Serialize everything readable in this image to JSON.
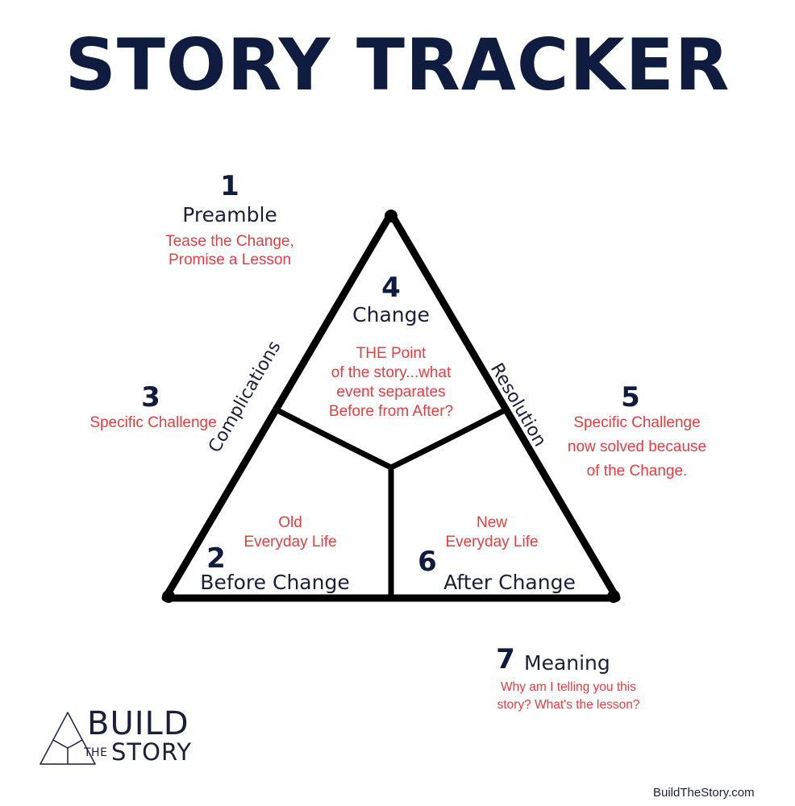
{
  "title": "STORY TRACKER",
  "stages": {
    "preamble": {
      "number": "1",
      "label": "Preamble",
      "desc_line1": "Tease the Change,",
      "desc_line2": "Promise a Lesson"
    },
    "before": {
      "number": "2",
      "label": "Before Change",
      "desc_line1": "Old",
      "desc_line2": "Everyday Life"
    },
    "complications": {
      "number": "3",
      "desc": "Specific Challenge",
      "side_label": "Complications"
    },
    "change": {
      "number": "4",
      "label": "Change",
      "desc_line1": "THE Point",
      "desc_line2": "of the story...what",
      "desc_line3": "event separates",
      "desc_line4": "Before from After?"
    },
    "resolution": {
      "number": "5",
      "desc_line1": "Specific Challenge",
      "desc_line2": "now solved because",
      "desc_line3": "of the Change.",
      "side_label": "Resolution"
    },
    "after": {
      "number": "6",
      "label": "After Change",
      "desc_line1": "New",
      "desc_line2": "Everyday Life"
    },
    "meaning": {
      "number": "7",
      "label": "Meaning",
      "desc_line1": "Why am I telling you this",
      "desc_line2": "story?  What's the lesson?"
    }
  },
  "logo": {
    "word1": "BUILD",
    "word2": "THE",
    "word3": "STORY"
  },
  "website": "BuildTheStory.com",
  "colors": {
    "navy": "#0f1c3f",
    "red": "#e04040",
    "line": "#000000"
  }
}
